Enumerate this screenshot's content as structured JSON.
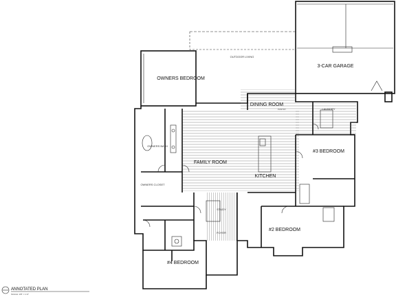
{
  "rooms": {
    "owners_bedroom": "OWNERS BEDROOM",
    "outdoor_living": "OUTDOOR LIVING",
    "garage": "3-CAR GARAGE",
    "dining_room": "DINING ROOM",
    "family_room": "FAMILY ROOM",
    "kitchen": "KITCHEN",
    "bedroom_3": "#3 BEDROOM",
    "bedroom_2": "#2 BEDROOM",
    "bedroom_4": "#4 BEDROOM",
    "owners_closet": "OWNERS CLOSET",
    "owners_bath": "OWNERS BATH",
    "laundry": "LAUNDRY",
    "pantry": "PANTRY",
    "study": "STUDY",
    "foyer": "FOYER"
  },
  "title_block": {
    "plan_title": "ANNOTATED PLAN",
    "scale": "SCALE: 1/8\" = 1'-0\""
  }
}
